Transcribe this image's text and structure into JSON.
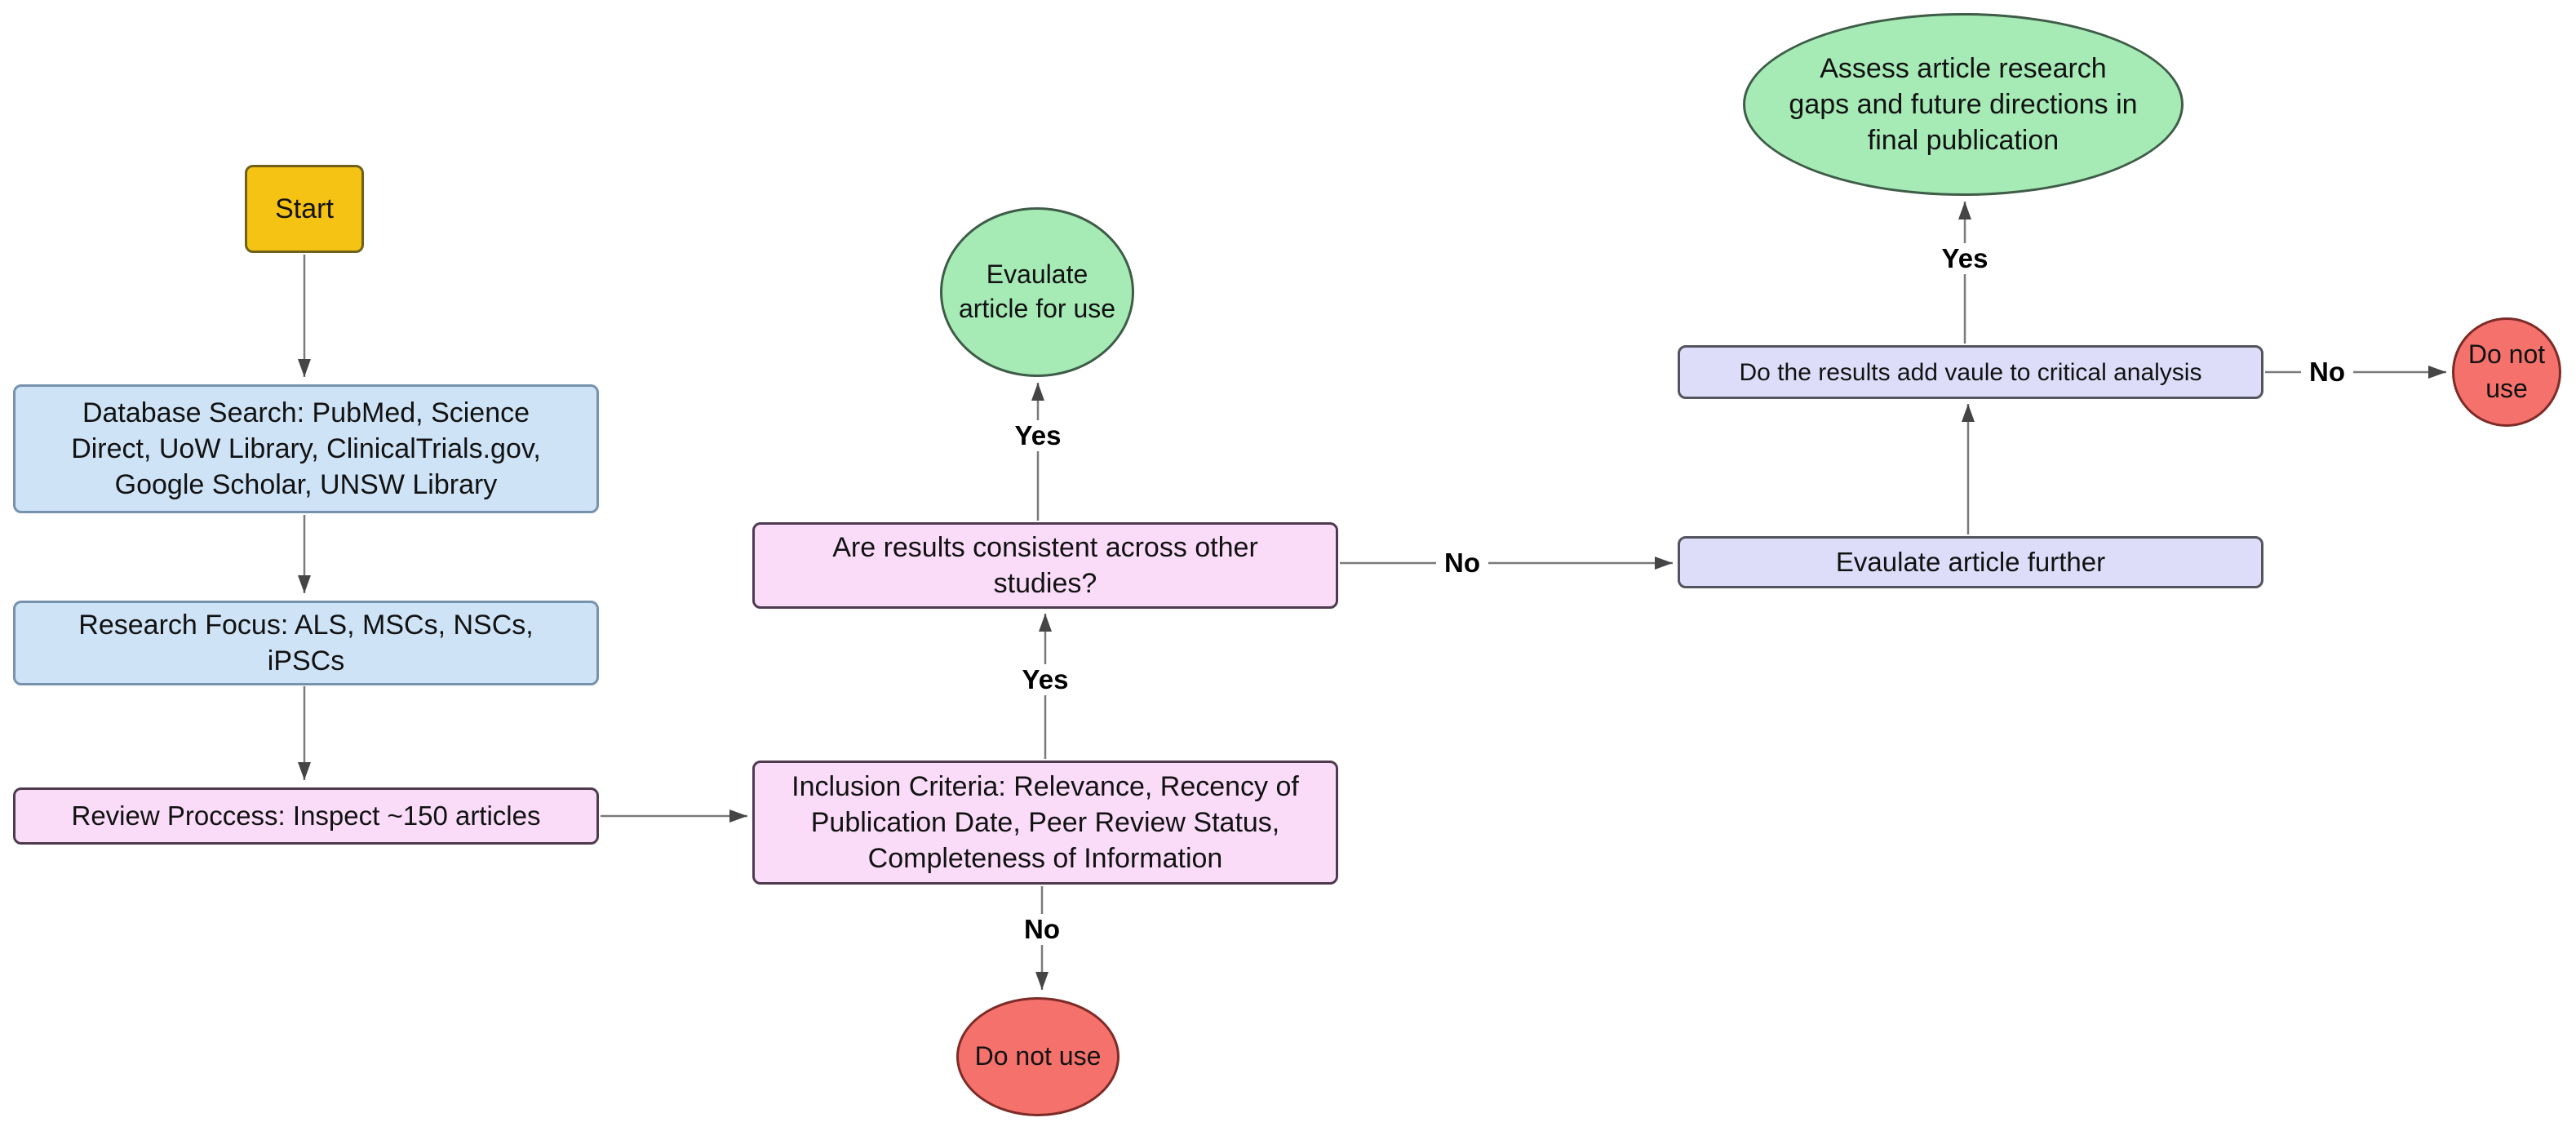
{
  "diagram": {
    "type": "flowchart",
    "nodes": [
      {
        "id": "start",
        "label": "Start",
        "shape": "rounded-rectangle",
        "color": "yellow"
      },
      {
        "id": "database-search",
        "label": "Database Search: PubMed, Science\nDirect, UoW Library, ClinicalTrials.gov,\nGoogle Scholar, UNSW Library",
        "shape": "rectangle",
        "color": "blue"
      },
      {
        "id": "research-focus",
        "label": "Research Focus: ALS, MSCs, NSCs,\niPSCs",
        "shape": "rectangle",
        "color": "blue"
      },
      {
        "id": "review-process",
        "label": "Review Proccess: Inspect ~150 articles",
        "shape": "rectangle",
        "color": "pink"
      },
      {
        "id": "inclusion-criteria",
        "label": "Inclusion Criteria: Relevance, Recency of\nPublication Date, Peer Review Status,\nCompleteness of Information",
        "shape": "rectangle",
        "color": "pink"
      },
      {
        "id": "results-consistent",
        "label": "Are results consistent across other\nstudies?",
        "shape": "rectangle",
        "color": "pink"
      },
      {
        "id": "evaluate-article-for-use",
        "label": "Evaulate\narticle for use",
        "shape": "ellipse",
        "color": "green"
      },
      {
        "id": "do-not-use-bottom",
        "label": "Do not use",
        "shape": "ellipse",
        "color": "red"
      },
      {
        "id": "evaluate-article-further",
        "label": "Evaulate article further",
        "shape": "rectangle",
        "color": "lavender"
      },
      {
        "id": "results-add-value",
        "label": "Do the results add vaule to critical analysis",
        "shape": "rectangle",
        "color": "lavender"
      },
      {
        "id": "assess-research-gaps",
        "label": "Assess article research\ngaps and future directions in\nfinal publication",
        "shape": "ellipse",
        "color": "green"
      },
      {
        "id": "do-not-use-right",
        "label": "Do not\nuse",
        "shape": "circle",
        "color": "red"
      }
    ],
    "edges": [
      {
        "from": "start",
        "to": "database-search",
        "label": ""
      },
      {
        "from": "database-search",
        "to": "research-focus",
        "label": ""
      },
      {
        "from": "research-focus",
        "to": "review-process",
        "label": ""
      },
      {
        "from": "review-process",
        "to": "inclusion-criteria",
        "label": ""
      },
      {
        "from": "inclusion-criteria",
        "to": "results-consistent",
        "label": "Yes"
      },
      {
        "from": "results-consistent",
        "to": "evaluate-article-for-use",
        "label": "Yes"
      },
      {
        "from": "inclusion-criteria",
        "to": "do-not-use-bottom",
        "label": "No"
      },
      {
        "from": "results-consistent",
        "to": "evaluate-article-further",
        "label": "No"
      },
      {
        "from": "evaluate-article-further",
        "to": "results-add-value",
        "label": ""
      },
      {
        "from": "results-add-value",
        "to": "assess-research-gaps",
        "label": "Yes"
      },
      {
        "from": "results-add-value",
        "to": "do-not-use-right",
        "label": "No"
      }
    ],
    "colors": {
      "yellow": {
        "fill": "#F5C313",
        "stroke": "#6F611C"
      },
      "blue": {
        "fill": "#CEE3F6",
        "stroke": "#7792AC"
      },
      "pink": {
        "fill": "#FADCF9",
        "stroke": "#4E3B50"
      },
      "lavender": {
        "fill": "#DDDDF9",
        "stroke": "#54545E"
      },
      "green": {
        "fill": "#A6EAB6",
        "stroke": "#3E5C47"
      },
      "red": {
        "fill": "#F4716C",
        "stroke": "#7E2B27"
      },
      "arrow_line": "#7A7A7A",
      "arrow_head": "#454545",
      "node_text": "#121212",
      "edge_label_text": "#000000",
      "background": "#FFFFFF"
    }
  }
}
